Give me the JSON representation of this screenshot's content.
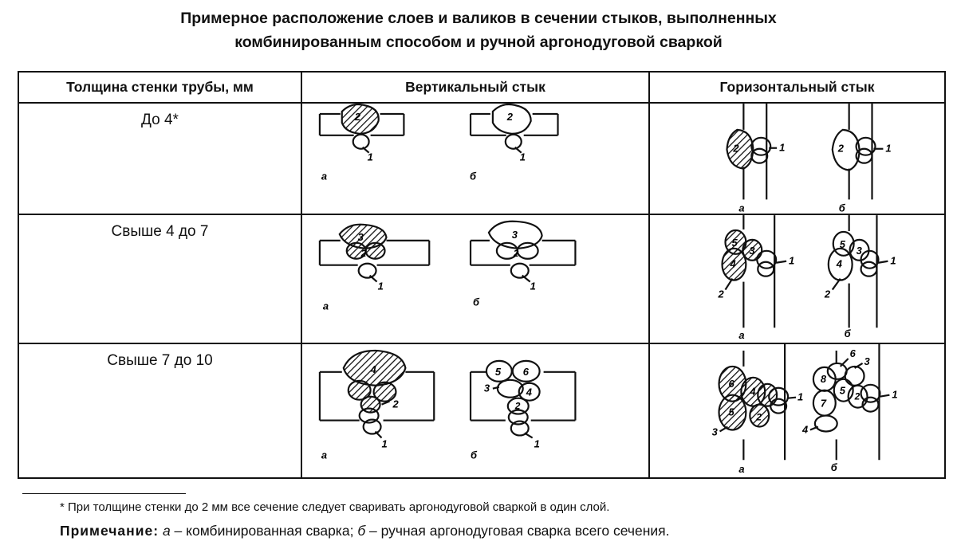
{
  "title": {
    "line1": "Примерное расположение слоев и валиков в сечении стыков, выполненных",
    "line2": "комбинированным способом и ручной аргонодуговой сваркой"
  },
  "table": {
    "headers": [
      "Толщина стенки трубы, мм",
      "Вертикальный стык",
      "Горизонтальный стык"
    ],
    "rows": [
      {
        "thickness": "До 4*"
      },
      {
        "thickness": "Свыше 4 до 7"
      },
      {
        "thickness": "Свыше 7 до 10"
      }
    ]
  },
  "figure_labels": {
    "a": "а",
    "b": "б",
    "bead_numbers": [
      "1",
      "2",
      "3",
      "4",
      "5",
      "6",
      "7",
      "8"
    ]
  },
  "footnote": "* При толщине стенки до 2 мм все сечение следует сваривать аргонодуговой сваркой в один слой.",
  "note": {
    "label": "Примечание:",
    "a_letter": "а",
    "a_text": " – комбинированная сварка; ",
    "b_letter": "б",
    "b_text": " – ручная аргонодуговая сварка всего сечения."
  }
}
